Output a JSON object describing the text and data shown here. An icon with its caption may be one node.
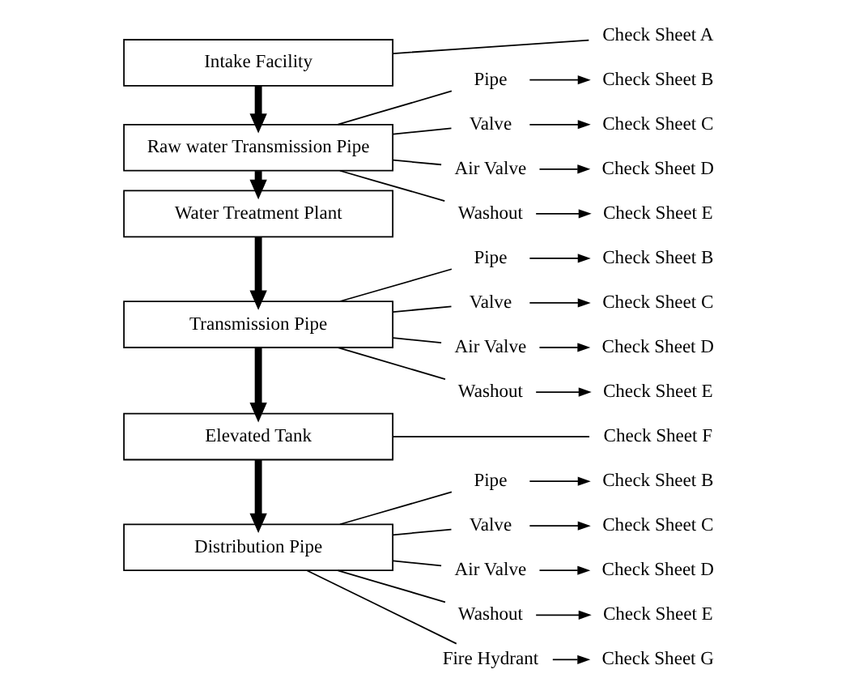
{
  "diagram": {
    "nodes": [
      {
        "text": [
          "Intake Facility"
        ]
      },
      {
        "text": [
          "Check Sheet A"
        ]
      },
      {
        "text": [
          "Raw water Transmission Pipe"
        ]
      },
      {
        "text": [
          "Pipe"
        ]
      },
      {
        "text": [
          "Check Sheet B"
        ]
      },
      {
        "text": [
          "Valve"
        ]
      },
      {
        "text": [
          "Check Sheet C"
        ]
      },
      {
        "text": [
          "Air Valve"
        ]
      },
      {
        "text": [
          "Check Sheet D"
        ]
      },
      {
        "text": [
          "Washout"
        ]
      },
      {
        "text": [
          "Check Sheet E"
        ]
      },
      {
        "text": [
          "Water Treatment Plant"
        ]
      },
      {
        "text": [
          "Transmission Pipe"
        ]
      },
      {
        "text": [
          "Pipe"
        ]
      },
      {
        "text": [
          "Check Sheet B"
        ]
      },
      {
        "text": [
          "Valve"
        ]
      },
      {
        "text": [
          "Check Sheet C"
        ]
      },
      {
        "text": [
          "Air Valve"
        ]
      },
      {
        "text": [
          "Check Sheet D"
        ]
      },
      {
        "text": [
          "Washout"
        ]
      },
      {
        "text": [
          "Check Sheet E"
        ]
      },
      {
        "text": [
          "Elevated Tank"
        ]
      },
      {
        "text": [
          "Check Sheet F"
        ]
      },
      {
        "text": [
          "Distribution Pipe"
        ]
      },
      {
        "text": [
          "Pipe"
        ]
      },
      {
        "text": [
          "Check Sheet B"
        ]
      },
      {
        "text": [
          "Valve"
        ]
      },
      {
        "text": [
          "Check Sheet C"
        ]
      },
      {
        "text": [
          "Air Valve"
        ]
      },
      {
        "text": [
          "Check Sheet D"
        ]
      },
      {
        "text": [
          "Washout"
        ]
      },
      {
        "text": [
          "Check Sheet E"
        ]
      },
      {
        "text": [
          "Fire Hydrant"
        ]
      },
      {
        "text": [
          "Check Sheet G"
        ]
      }
    ],
    "edges": [
      {
        "from": 0,
        "to": 2,
        "arrow": "to",
        "style": "thick"
      },
      {
        "from": 2,
        "to": 11,
        "arrow": "to",
        "style": "thick"
      },
      {
        "from": 11,
        "to": 12,
        "arrow": "to",
        "style": "thick"
      },
      {
        "from": 12,
        "to": 21,
        "arrow": "to",
        "style": "thick"
      },
      {
        "from": 21,
        "to": 23,
        "arrow": "to",
        "style": "thick"
      },
      {
        "from": 0,
        "to": 1,
        "arrow": "none"
      },
      {
        "from": 2,
        "to": 3,
        "arrow": "none"
      },
      {
        "from": 2,
        "to": 5,
        "arrow": "none"
      },
      {
        "from": 2,
        "to": 7,
        "arrow": "none"
      },
      {
        "from": 2,
        "to": 9,
        "arrow": "none"
      },
      {
        "from": 3,
        "to": 4,
        "arrow": "to"
      },
      {
        "from": 5,
        "to": 6,
        "arrow": "to"
      },
      {
        "from": 7,
        "to": 8,
        "arrow": "to"
      },
      {
        "from": 9,
        "to": 10,
        "arrow": "to"
      },
      {
        "from": 12,
        "to": 13,
        "arrow": "none"
      },
      {
        "from": 12,
        "to": 15,
        "arrow": "none"
      },
      {
        "from": 12,
        "to": 17,
        "arrow": "none"
      },
      {
        "from": 12,
        "to": 19,
        "arrow": "none"
      },
      {
        "from": 13,
        "to": 14,
        "arrow": "to"
      },
      {
        "from": 15,
        "to": 16,
        "arrow": "to"
      },
      {
        "from": 17,
        "to": 18,
        "arrow": "to"
      },
      {
        "from": 19,
        "to": 20,
        "arrow": "to"
      },
      {
        "from": 21,
        "to": 22,
        "arrow": "none"
      },
      {
        "from": 23,
        "to": 24,
        "arrow": "none"
      },
      {
        "from": 23,
        "to": 26,
        "arrow": "none"
      },
      {
        "from": 23,
        "to": 28,
        "arrow": "none"
      },
      {
        "from": 23,
        "to": 30,
        "arrow": "none"
      },
      {
        "from": 23,
        "to": 32,
        "arrow": "none"
      },
      {
        "from": 24,
        "to": 25,
        "arrow": "to"
      },
      {
        "from": 26,
        "to": 27,
        "arrow": "to"
      },
      {
        "from": 28,
        "to": 29,
        "arrow": "to"
      },
      {
        "from": 30,
        "to": 31,
        "arrow": "to"
      },
      {
        "from": 32,
        "to": 33,
        "arrow": "to"
      }
    ]
  }
}
